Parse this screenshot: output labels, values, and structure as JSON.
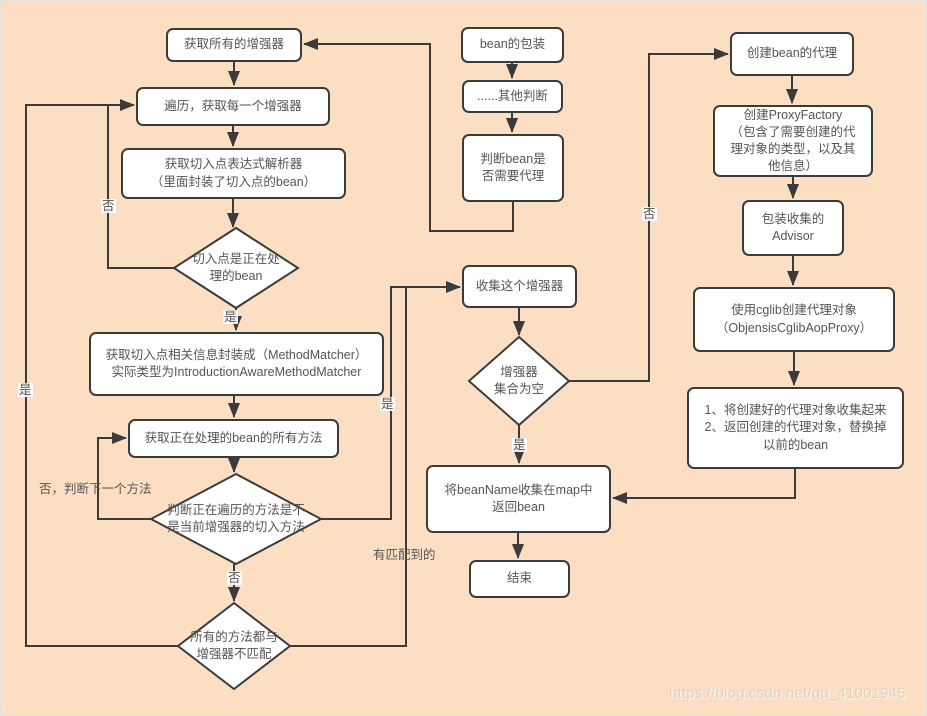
{
  "canvas": {
    "background": "#fcdfc3",
    "line_color": "#3b3b3b",
    "node_fill": "#ffffff",
    "text_color": "#555555"
  },
  "nodes": {
    "get_all_advisors": "获取所有的增强器",
    "iterate_advisors": "遍历，获取每一个增强器",
    "get_pointcut_parser": "获取切入点表达式解析器\n（里面封装了切入点的bean）",
    "pointcut_is_current_bean": "切入点是正在处\n理的bean",
    "wrap_method_matcher": "获取切入点相关信息封装成（MethodMatcher）\n实际类型为IntroductionAwareMethodMatcher",
    "get_all_methods": "获取正在处理的bean的所有方法",
    "judge_method_match": "判断正在遍历的方法是不\n是当前增强器的切入方法",
    "all_methods_unmatched": "所有的方法都与\n增强器不匹配",
    "bean_wrapper": "bean的包装",
    "other_judgements": "......其他判断",
    "judge_need_proxy": "判断bean是\n否需要代理",
    "collect_advisor": "收集这个增强器",
    "advisor_set_empty": "增强器\n集合为空",
    "collect_beanname_map": "将beanName收集在map中\n返回bean",
    "end": "结束",
    "create_bean_proxy": "创建bean的代理",
    "create_proxy_factory": "创建ProxyFactory\n（包含了需要创建的代\n理对象的类型，以及其\n他信息）",
    "wrap_advisors": "包装收集的\nAdvisor",
    "cglib_create_proxy": "使用cglib创建代理对象\n（ObjensisCglibAopProxy）",
    "collect_and_return_proxy": "1、将创建好的代理对象收集起来\n2、返回创建的代理对象，替换掉\n以前的bean"
  },
  "edge_labels": {
    "pointcut_no": "否",
    "pointcut_yes": "是",
    "next_method": "否，判断下一个方法",
    "unmatched_yes": "是",
    "method_no": "否",
    "method_yes": "是",
    "has_match": "有匹配到的",
    "empty_yes": "是",
    "empty_no": "否"
  },
  "watermark": "https://blog.csdn.net/qq_41001945"
}
